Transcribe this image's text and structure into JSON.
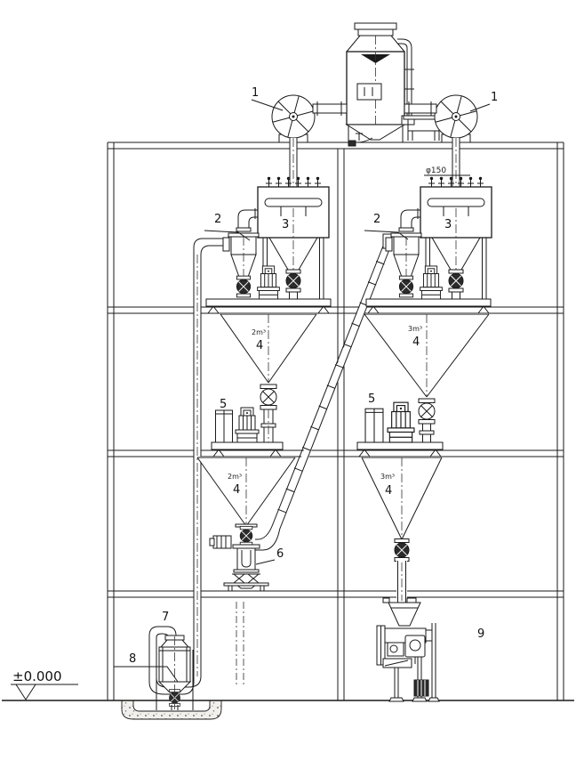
{
  "labels": {
    "fan_left": "1",
    "fan_right": "1",
    "cyclone_left": "2",
    "cyclone_right": "2",
    "collector_left": "3",
    "collector_right": "3",
    "hopper_upper_left": "4",
    "hopper_upper_right": "4",
    "hopper_lower_left": "4",
    "hopper_lower_right": "4",
    "tank_left": "5",
    "tank_right": "5",
    "ejector": "6",
    "pit_vessel": "7",
    "pit_pipe": "8",
    "packer": "9"
  },
  "annotations": {
    "cap_upper_left": "2m³",
    "cap_lower_left": "2m³",
    "cap_upper_right": "3m³",
    "cap_lower_right": "3m³",
    "pipe_dia": "φ150",
    "ground_level": "±0.000"
  },
  "colors": {
    "line": "#1a1a1a",
    "background": "#ffffff"
  }
}
